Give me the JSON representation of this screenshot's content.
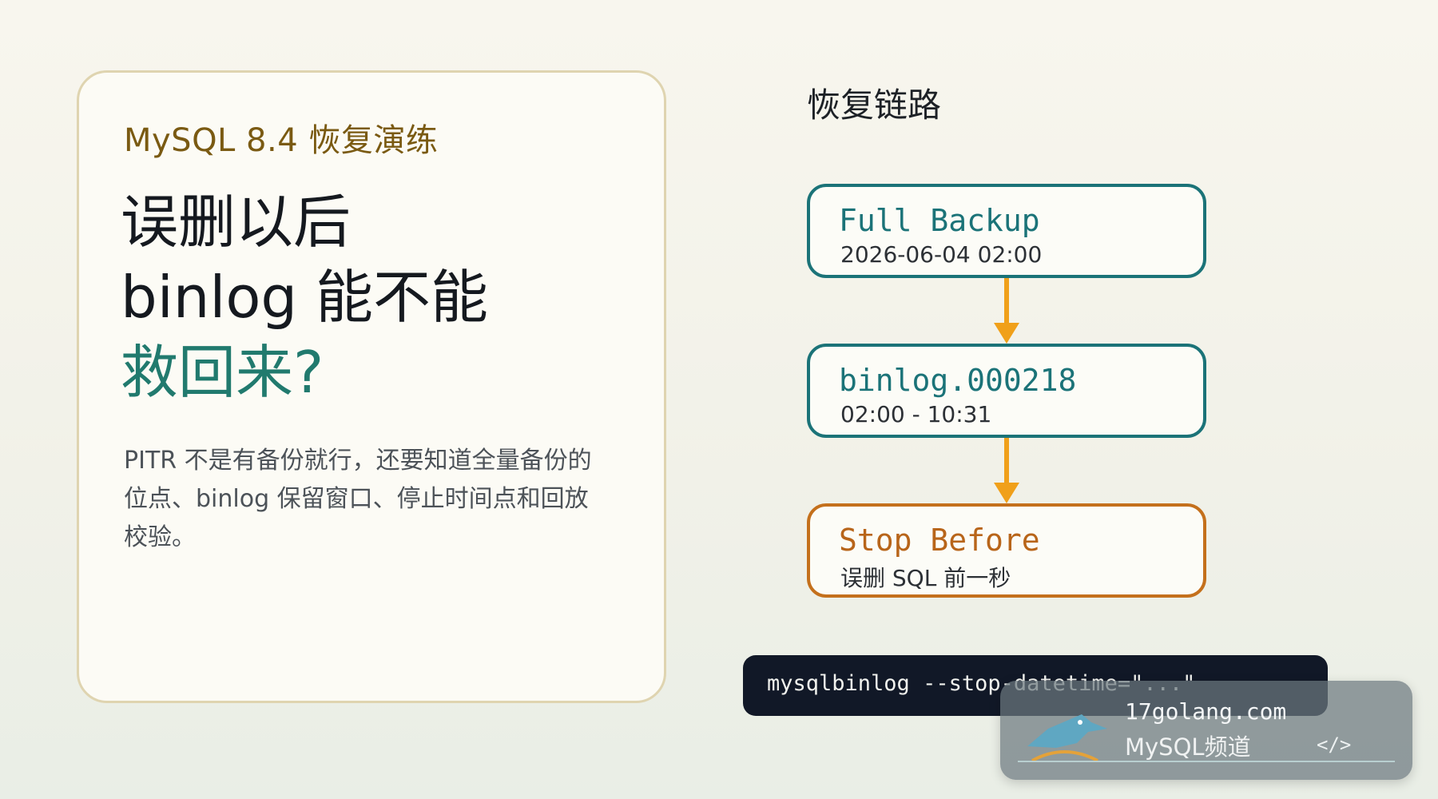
{
  "card": {
    "eyebrow": "MySQL 8.4 恢复演练",
    "headline": {
      "line1": "误删以后",
      "line2": "binlog 能不能",
      "line3": "救回来?"
    },
    "body": "PITR 不是有备份就行，还要知道全量备份的位点、binlog 保留窗口、停止时间点和回放校验。"
  },
  "chain": {
    "title": "恢复链路",
    "nodes": [
      {
        "title": "Full Backup",
        "subtitle": "2026-06-04 02:00"
      },
      {
        "title": "binlog.000218",
        "subtitle": "02:00 - 10:31"
      },
      {
        "title": "Stop Before",
        "subtitle": "误删 SQL 前一秒"
      }
    ]
  },
  "command": "mysqlbinlog --stop-datetime=\"...\"",
  "watermark": {
    "site": "17golang.com",
    "channel": "MySQL频道",
    "code_icon": "</>"
  },
  "colors": {
    "teal": "#1b7378",
    "orange": "#c4701c",
    "arrow": "#f0a01a",
    "card_border": "#dfd4b0",
    "command_bg": "#111827"
  }
}
